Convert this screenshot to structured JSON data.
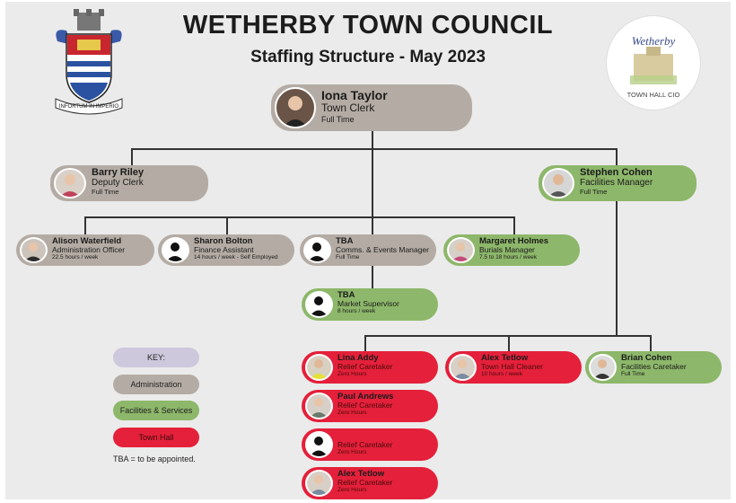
{
  "title": "WETHERBY TOWN COUNCIL",
  "subtitle": "Staffing Structure - May 2023",
  "crest_motto": "INFORTUM IN IMPERIO",
  "logo_right": {
    "script_text": "Wetherby",
    "arc_text": "TOWN HALL CIO"
  },
  "nodes": {
    "iona": {
      "name": "Iona Taylor",
      "role": "Town Clerk",
      "hours": "Full Time",
      "color": "#b4aca4"
    },
    "barry": {
      "name": "Barry Riley",
      "role": "Deputy Clerk",
      "hours": "Full Time",
      "color": "#b4aca4"
    },
    "stephen": {
      "name": "Stephen Cohen",
      "role": "Facilities Manager",
      "hours": "Full Time",
      "color": "#8db76a"
    },
    "alison": {
      "name": "Alison Waterfield",
      "role": "Administration Officer",
      "hours": "22.5 hours / week"
    },
    "sharon": {
      "name": "Sharon Bolton",
      "role": "Finance Assistant",
      "hours": "14 hours / week - Self Employed"
    },
    "tba_comms": {
      "name": "TBA",
      "role": "Comms. & Events Manager",
      "hours": "Full Time"
    },
    "margaret": {
      "name": "Margaret Holmes",
      "role": "Burials Manager",
      "hours": "7.5 to 18 hours / week"
    },
    "tba_market": {
      "name": "TBA",
      "role": "Market Supervisor",
      "hours": "8 hours / week"
    },
    "lina": {
      "name": "Lina Addy",
      "role": "Relief Caretaker",
      "hours": "Zero Hours"
    },
    "alex_cleaner": {
      "name": "Alex Tetlow",
      "role": "Town Hall Cleaner",
      "hours": "10 hours / week"
    },
    "brian": {
      "name": "Brian Cohen",
      "role": "Facilities Caretaker",
      "hours": "Full Time"
    },
    "paul": {
      "name": "Paul Andrews",
      "role": "Relief Caretaker",
      "hours": "Zero Hours"
    },
    "relief_vacant": {
      "role": "Relief Caretaker",
      "hours": "Zero Hours"
    },
    "alex_relief": {
      "name": "Alex Tetlow",
      "role": "Relief Caretaker",
      "hours": "Zero Hours"
    }
  },
  "key": {
    "title": "KEY:",
    "items": [
      {
        "label": "Administration",
        "color": "#b4aca4"
      },
      {
        "label": "Facilities & Services",
        "color": "#8db76a"
      },
      {
        "label": "Town Hall",
        "color": "#e4203a"
      }
    ],
    "note": "TBA = to be appointed."
  },
  "colors": {
    "administration": "#b4aca4",
    "facilities": "#8db76a",
    "town_hall": "#e4203a",
    "key_header": "#cdc8dc"
  }
}
